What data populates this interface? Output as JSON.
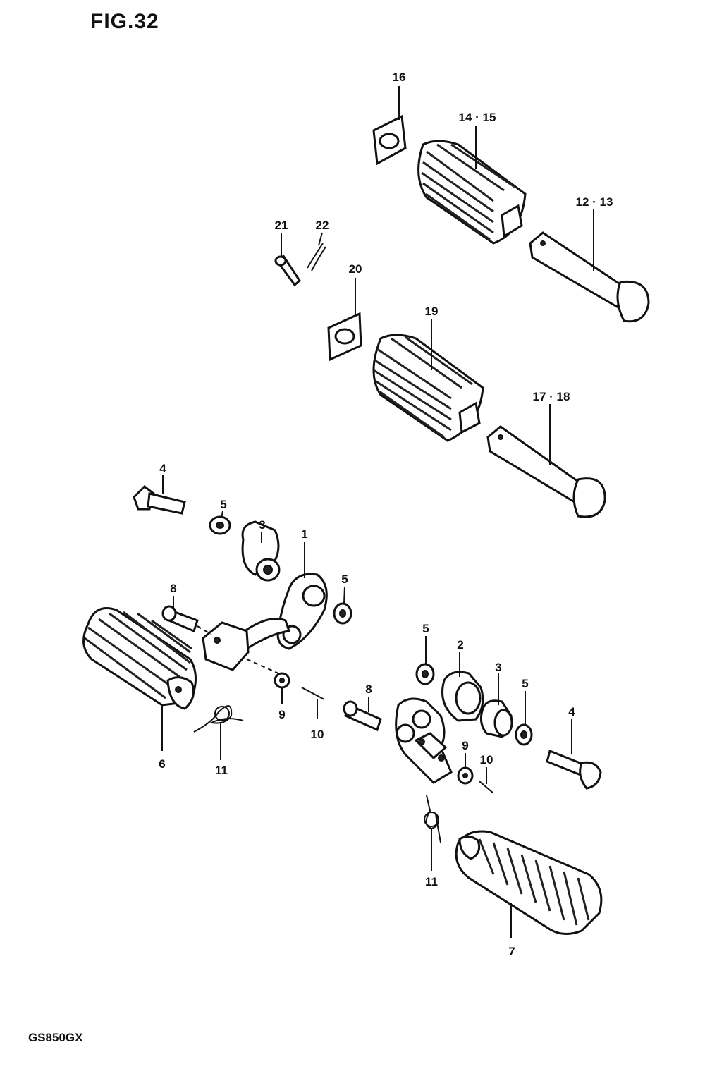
{
  "figure_title": "FIG.32",
  "model_code": "GS850GX",
  "callouts": {
    "c1": "1",
    "c2": "2",
    "c3a": "3",
    "c3b": "3",
    "c4a": "4",
    "c4b": "4",
    "c5a": "5",
    "c5b": "5",
    "c5c": "5",
    "c5d": "5",
    "c6": "6",
    "c7": "7",
    "c8a": "8",
    "c8b": "8",
    "c9a": "9",
    "c9b": "9",
    "c10a": "10",
    "c10b": "10",
    "c11a": "11",
    "c11b": "11",
    "c12_13": "12 · 13",
    "c14_15": "14 · 15",
    "c16": "16",
    "c17_18": "17 · 18",
    "c19": "19",
    "c20": "20",
    "c21": "21",
    "c22": "22"
  }
}
